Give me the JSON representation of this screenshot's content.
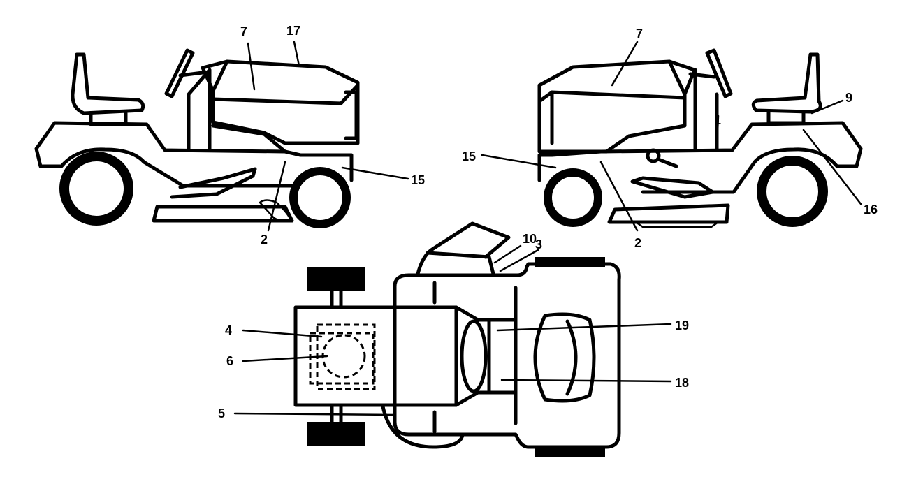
{
  "labels": {
    "l1_7": "7",
    "l1_17": "17",
    "l1_15": "15",
    "l1_2": "2",
    "r_7": "7",
    "r_1": "1",
    "r_9": "9",
    "r_15": "15",
    "r_16": "16",
    "r_2": "2",
    "t_10": "10",
    "t_3": "3",
    "t_4": "4",
    "t_6": "6",
    "t_5": "5",
    "t_19": "19",
    "t_18": "18"
  },
  "colors": {
    "stroke": "#000000",
    "background": "#ffffff"
  }
}
